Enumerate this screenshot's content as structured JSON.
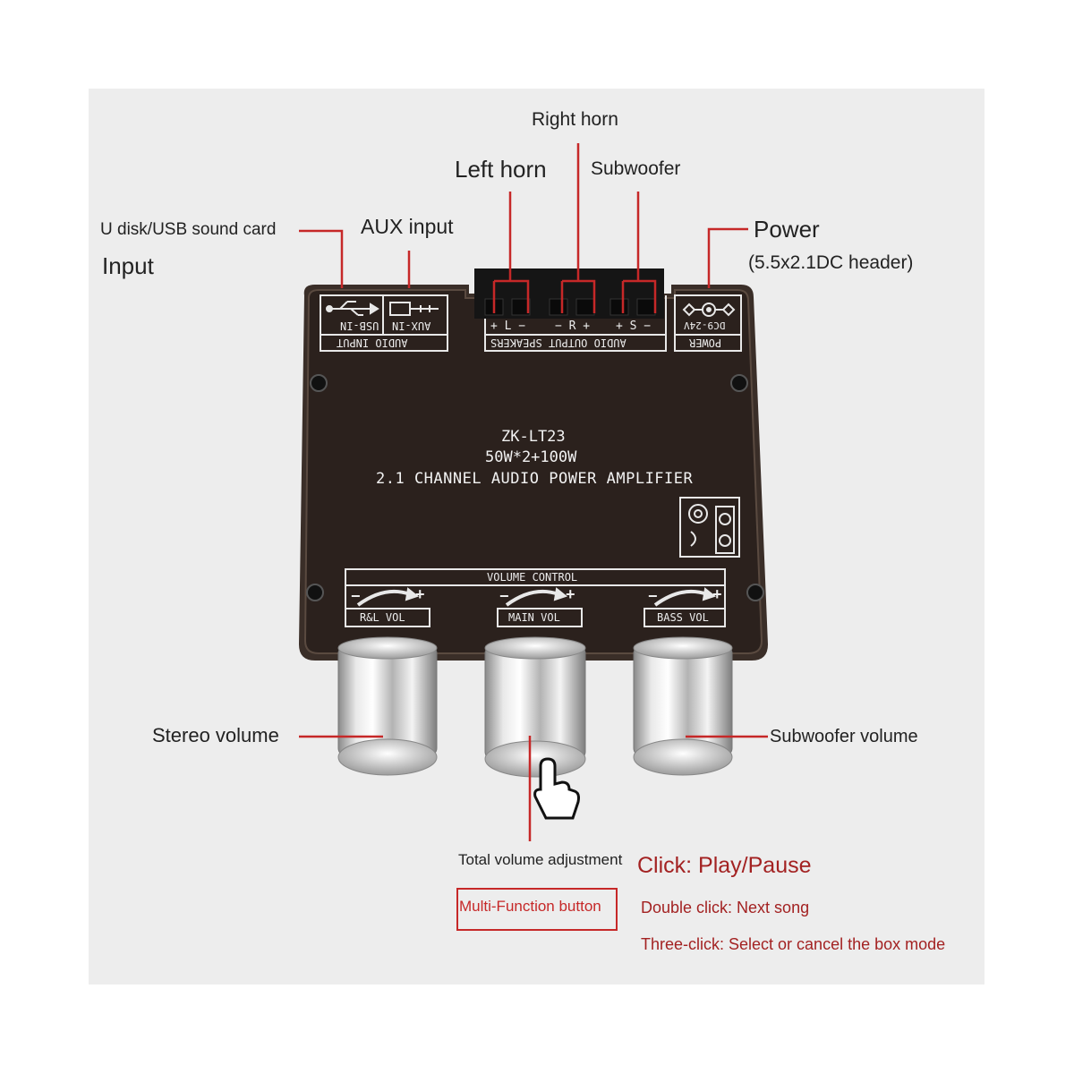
{
  "callouts": {
    "usb_input_line1": "U disk/USB sound card",
    "usb_input_line2": "Input",
    "aux_input": "AUX input",
    "left_horn": "Left horn",
    "right_horn": "Right horn",
    "subwoofer": "Subwoofer",
    "power_line1": "Power",
    "power_line2": "(5.5x2.1DC header)",
    "stereo_volume": "Stereo volume",
    "subwoofer_volume": "Subwoofer volume",
    "total_volume": "Total volume adjustment",
    "multi_function_button": "Multi-Function button",
    "click_action": "Click: Play/Pause",
    "double_click_action": "Double click: Next song",
    "triple_click_action": "Three-click: Select or cancel the box mode"
  },
  "device": {
    "model": "ZK-LT23",
    "power_rating": "50W*2+100W",
    "description": "2.1 CHANNEL AUDIO POWER AMPLIFIER",
    "usb_port_label": "USB-IN",
    "aux_port_label": "AUX-IN",
    "audio_input_label": "AUDIO INPUT",
    "speakers_label": "AUDIO OUTPUT SPEAKERS",
    "left_terminal": "+ L −",
    "right_terminal": "− R +",
    "sub_terminal": "+ S −",
    "power_voltage": "DC9-24V",
    "power_label": "POWER",
    "volume_control_label": "VOLUME CONTROL",
    "knob_labels": [
      "R&L VOL",
      "MAIN VOL",
      "BASS VOL"
    ],
    "minus_sign": "−",
    "plus_sign": "+"
  },
  "colors": {
    "pointer_line": "#c62828",
    "board_face": "#2b211d",
    "board_text": "#f2f2f2",
    "knob_chrome": "#c7c7c7"
  }
}
